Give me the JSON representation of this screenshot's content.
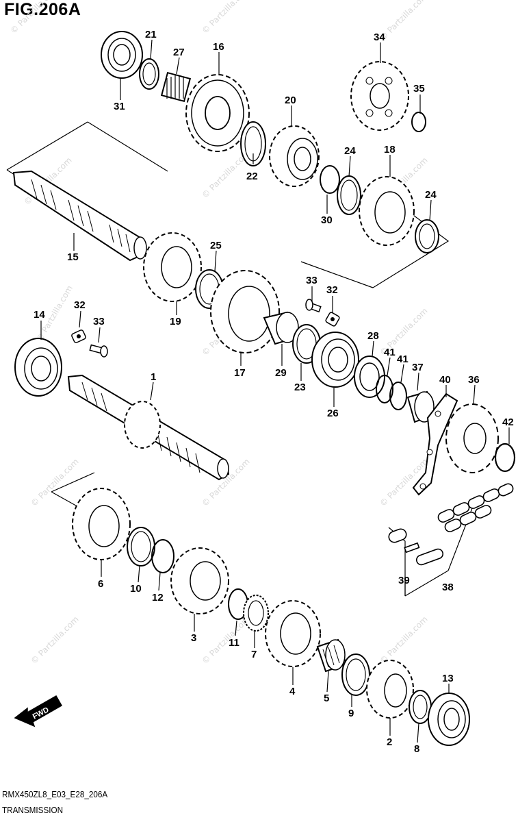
{
  "figure": {
    "title": "FIG.206A",
    "code": "RMX450ZL8_E03_E28_206A",
    "section": "TRANSMISSION",
    "fwd_label": "FWD"
  },
  "watermark": "© Partzilla.com",
  "callouts": [
    {
      "id": "c21",
      "label": "21"
    },
    {
      "id": "c27",
      "label": "27"
    },
    {
      "id": "c16",
      "label": "16"
    },
    {
      "id": "c34",
      "label": "34"
    },
    {
      "id": "c35",
      "label": "35"
    },
    {
      "id": "c31",
      "label": "31"
    },
    {
      "id": "c20",
      "label": "20"
    },
    {
      "id": "c22",
      "label": "22"
    },
    {
      "id": "c24a",
      "label": "24"
    },
    {
      "id": "c18",
      "label": "18"
    },
    {
      "id": "c24b",
      "label": "24"
    },
    {
      "id": "c30",
      "label": "30"
    },
    {
      "id": "c15",
      "label": "15"
    },
    {
      "id": "c25",
      "label": "25"
    },
    {
      "id": "c19",
      "label": "19"
    },
    {
      "id": "c33a",
      "label": "33"
    },
    {
      "id": "c32a",
      "label": "32"
    },
    {
      "id": "c14",
      "label": "14"
    },
    {
      "id": "c32b",
      "label": "32"
    },
    {
      "id": "c33b",
      "label": "33"
    },
    {
      "id": "c17",
      "label": "17"
    },
    {
      "id": "c29",
      "label": "29"
    },
    {
      "id": "c23",
      "label": "23"
    },
    {
      "id": "c28",
      "label": "28"
    },
    {
      "id": "c41a",
      "label": "41"
    },
    {
      "id": "c41b",
      "label": "41"
    },
    {
      "id": "c37",
      "label": "37"
    },
    {
      "id": "c40",
      "label": "40"
    },
    {
      "id": "c36",
      "label": "36"
    },
    {
      "id": "c26",
      "label": "26"
    },
    {
      "id": "c42",
      "label": "42"
    },
    {
      "id": "c1",
      "label": "1"
    },
    {
      "id": "c6",
      "label": "6"
    },
    {
      "id": "c10",
      "label": "10"
    },
    {
      "id": "c12",
      "label": "12"
    },
    {
      "id": "c39",
      "label": "39"
    },
    {
      "id": "c38",
      "label": "38"
    },
    {
      "id": "c3",
      "label": "3"
    },
    {
      "id": "c11",
      "label": "11"
    },
    {
      "id": "c7",
      "label": "7"
    },
    {
      "id": "c4",
      "label": "4"
    },
    {
      "id": "c5",
      "label": "5"
    },
    {
      "id": "c9",
      "label": "9"
    },
    {
      "id": "c13",
      "label": "13"
    },
    {
      "id": "c2",
      "label": "2"
    },
    {
      "id": "c8",
      "label": "8"
    }
  ]
}
